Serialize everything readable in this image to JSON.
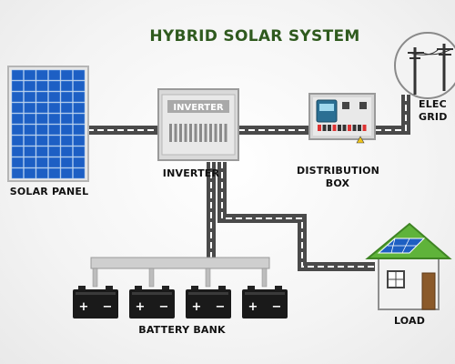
{
  "title": "HYBRID SOLAR SYSTEM",
  "components": {
    "solar_panel": "SOLAR PANEL",
    "inverter": "INVERTER",
    "inverter_face": "INVERTER",
    "distribution_box": [
      "DISTRIBUTION",
      "BOX"
    ],
    "electric_grid": [
      "ELEC",
      "GRID"
    ],
    "battery_bank": "BATTERY BANK",
    "load": "LOAD"
  },
  "battery_terminals": {
    "positive": "+",
    "negative": "−"
  },
  "colors": {
    "title": "#2f5a1e",
    "cable_outer": "#4a4a4a",
    "cable_stripe": "#ffffff",
    "panel_blue": "#1d5fc4",
    "frame_gray": "#d7d7d7",
    "battery_black": "#1a1a1a",
    "roof_green": "#5fb33a",
    "house_wall": "#f2f2f2",
    "door_brown": "#8b5a2b"
  },
  "icons": [
    "solar-panel-icon",
    "inverter-icon",
    "distribution-box-icon",
    "utility-pole-icon",
    "battery-icon",
    "house-icon"
  ]
}
